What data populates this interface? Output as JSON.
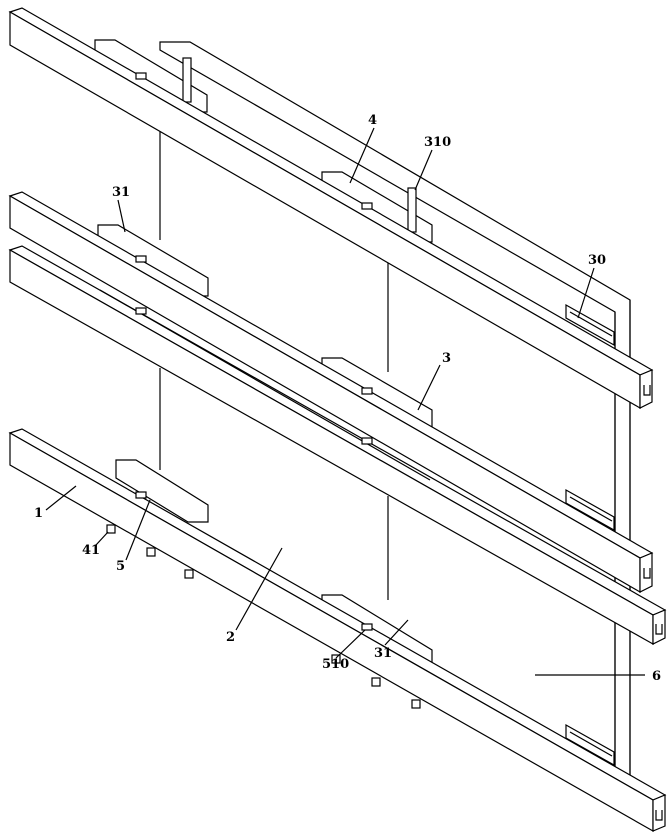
{
  "labels": {
    "l4": "4",
    "l310": "310",
    "l31a": "31",
    "l30": "30",
    "l3": "3",
    "l1": "1",
    "l41": "41",
    "l5": "5",
    "l2": "2",
    "l510": "510",
    "l31b": "31",
    "l6": "6"
  }
}
